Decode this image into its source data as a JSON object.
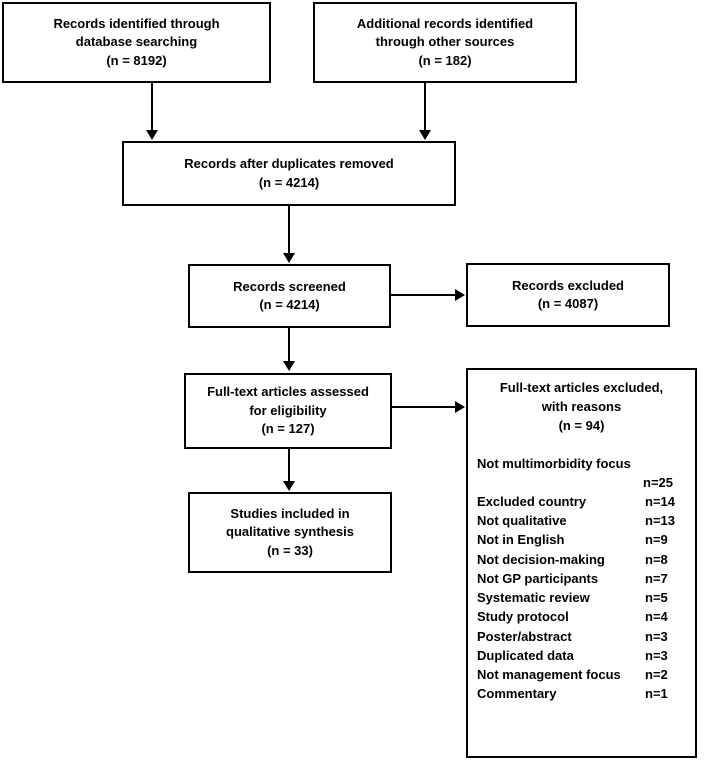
{
  "diagram": {
    "type": "prisma-flow-diagram",
    "nodes": {
      "db_records": {
        "line1": "Records identified through",
        "line2": "database searching",
        "line3": "(n = 8192)"
      },
      "other_records": {
        "line1": "Additional records identified",
        "line2": "through other sources",
        "line3": "(n = 182)"
      },
      "duplicates_removed": {
        "line1": "Records after duplicates removed",
        "line2": "(n = 4214)"
      },
      "records_screened": {
        "line1": "Records screened",
        "line2": "(n = 4214)"
      },
      "records_excluded": {
        "line1": "Records excluded",
        "line2": "(n = 4087)"
      },
      "fulltext_assessed": {
        "line1": "Full-text articles assessed",
        "line2": "for eligibility",
        "line3": "(n = 127)"
      },
      "studies_included": {
        "line1": "Studies included in",
        "line2": "qualitative synthesis",
        "line3": "(n = 33)"
      },
      "fulltext_excluded": {
        "line1": "Full-text articles excluded,",
        "line2": "with reasons",
        "line3": "(n = 94)",
        "reasons": [
          {
            "label": "Not multimorbidity focus",
            "count": "n=25",
            "wrapped": true
          },
          {
            "label": "Excluded country",
            "count": "n=14",
            "wrapped": false
          },
          {
            "label": "Not qualitative",
            "count": "n=13",
            "wrapped": false
          },
          {
            "label": "Not in English",
            "count": "n=9",
            "wrapped": false
          },
          {
            "label": "Not decision-making",
            "count": "n=8",
            "wrapped": false
          },
          {
            "label": "Not GP participants",
            "count": "n=7",
            "wrapped": false
          },
          {
            "label": "Systematic review",
            "count": "n=5",
            "wrapped": false
          },
          {
            "label": "Study protocol",
            "count": "n=4",
            "wrapped": false
          },
          {
            "label": "Poster/abstract",
            "count": "n=3",
            "wrapped": false
          },
          {
            "label": "Duplicated data",
            "count": "n=3",
            "wrapped": false
          },
          {
            "label": "Not management focus",
            "count": "n=2",
            "wrapped": false
          },
          {
            "label": "Commentary",
            "count": "n=1",
            "wrapped": false
          }
        ]
      }
    },
    "colors": {
      "stroke": "#000000",
      "fill": "#ffffff",
      "text": "#000000"
    }
  }
}
